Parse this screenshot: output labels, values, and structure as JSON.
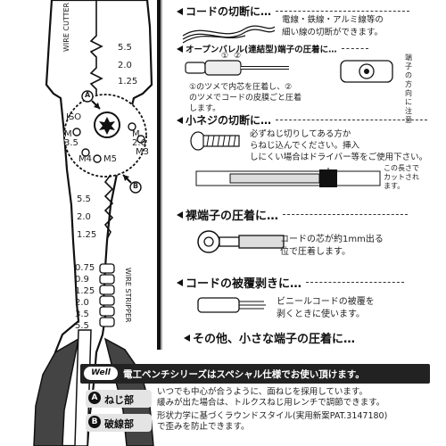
{
  "tool": {
    "wire_cutter_label": "WIRE CUTTER",
    "wire_stripper_label": "WIRE STRIPPER",
    "top_sizes": [
      "5.5",
      "2.0",
      "1.25"
    ],
    "mid_sizes": [
      "5.5",
      "2.0",
      "1.25"
    ],
    "strip_sizes": [
      "0.75",
      "0.9",
      "1.25",
      "2.0",
      "3.5",
      "5.5"
    ],
    "screw_labels": {
      "iso": "ISO",
      "m26": "M\n2.6",
      "m35": "M\n3.5",
      "m3": "M3",
      "m4": "M4",
      "m5": "M5"
    },
    "marker_a": "A",
    "marker_b": "B"
  },
  "sections": [
    {
      "title": "コードの切断に…",
      "lines": [
        "電線・鉄線・アルミ線等の",
        "細い線の切断ができます。"
      ]
    },
    {
      "title": "オープンバレル(連結型)端子の圧着に…",
      "note_circle_1": "①のツメで内芯を圧着し、②",
      "note_circle_2": "のツメでコードの皮膜ごと圧着",
      "note_circle_3": "します。",
      "side_note_1": "端子の",
      "side_note_2": "方向に",
      "side_note_3": "注意",
      "claw_1": "①",
      "claw_2": "②"
    },
    {
      "title": "小ネジの切断に…",
      "lines": [
        "必ずねじ切りしてある方か",
        "らねじ込んでください。挿入",
        "しにくい場合はドライバー等をご使用下さい。"
      ],
      "cut_note_1": "この長さで",
      "cut_note_2": "カットされ",
      "cut_note_3": "ます。"
    },
    {
      "title": "裸端子の圧着に…",
      "lines": [
        "コードの芯が約1mm出る",
        "位で圧着します。"
      ]
    },
    {
      "title": "コードの被覆剥きに…",
      "lines": [
        "ビニールコードの被覆を",
        "剥くときに使います。"
      ]
    },
    {
      "title": "その他、小さな端子の圧着に…"
    }
  ],
  "bottom": {
    "logo": "Well",
    "banner": "電工ペンチシリーズはスペシャル仕様でお使い頂けます。",
    "features": [
      {
        "key": "A",
        "name": "ねじ部",
        "lines": [
          "いつでも中心が合うように、面ねじを採用しています。",
          "緩みが出た場合は、トルクスねじ用レンチで調節できます。"
        ]
      },
      {
        "key": "B",
        "name": "破線部",
        "lines": [
          "形状力学に基づくラウンドスタイル(実用新案PAT.3147180)",
          "で歪みを防止できます。"
        ]
      }
    ]
  }
}
